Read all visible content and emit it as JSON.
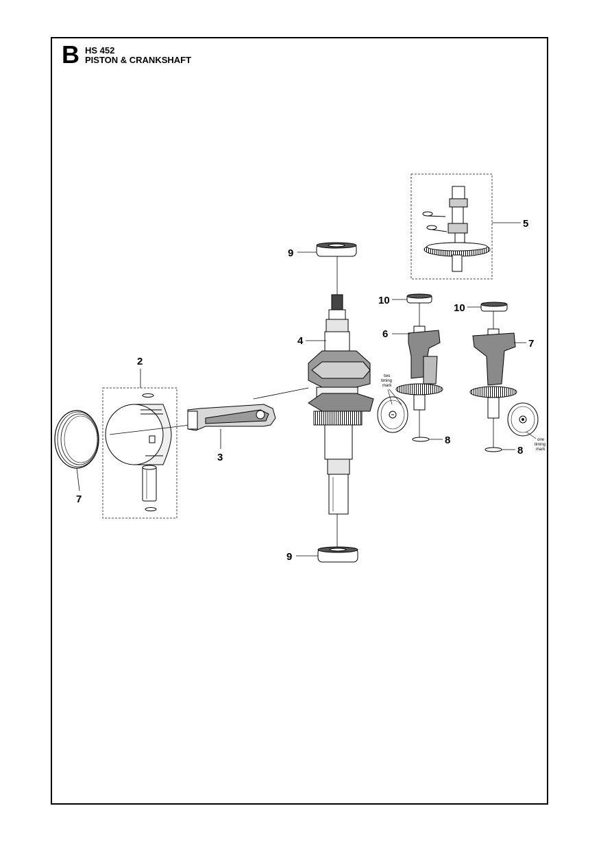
{
  "header": {
    "section_letter": "B",
    "model": "HS 452",
    "title": "PISTON & CRANKSHAFT"
  },
  "callouts": {
    "c2": "2",
    "c3": "3",
    "c4": "4",
    "c5": "5",
    "c6": "6",
    "c7a": "7",
    "c7b": "7",
    "c8a": "8",
    "c8b": "8",
    "c9top": "9",
    "c9bottom": "9",
    "c10a": "10",
    "c10b": "10"
  },
  "notes": {
    "two_timing": [
      "two",
      "timing",
      "mark"
    ],
    "one_timing": [
      "one",
      "timing",
      "mark"
    ]
  }
}
